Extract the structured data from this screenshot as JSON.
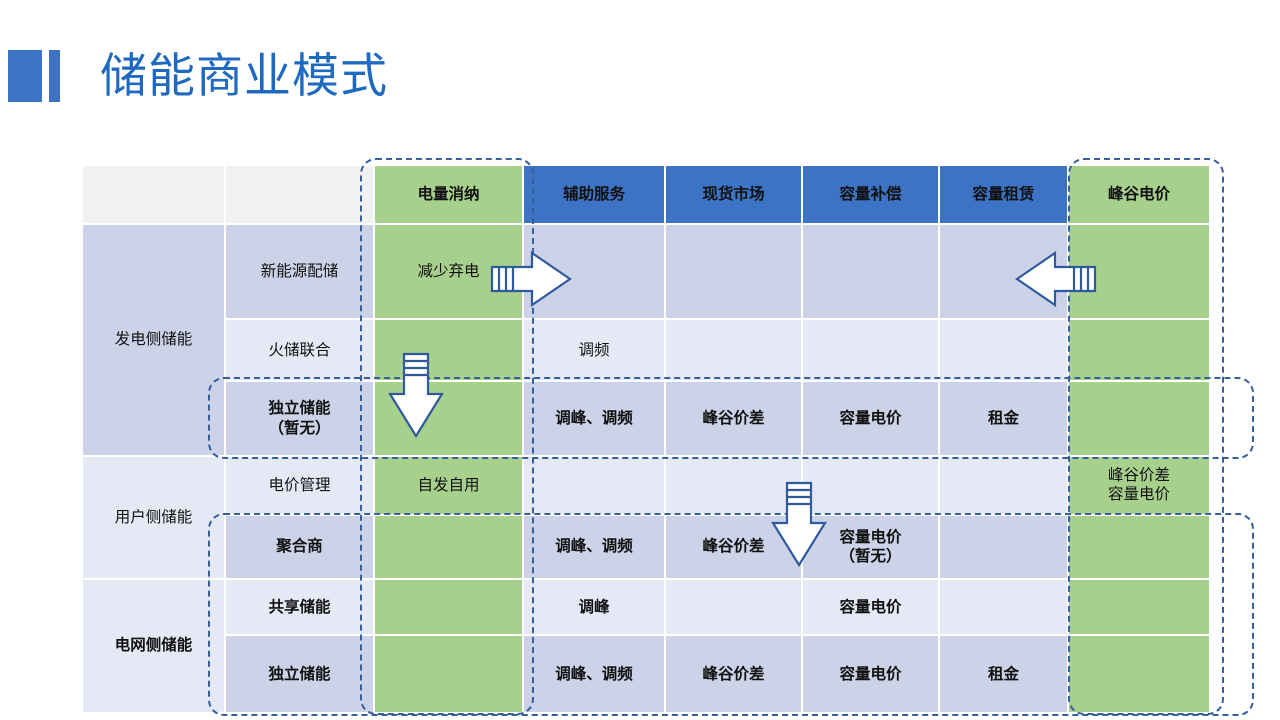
{
  "slide": {
    "title": "储能商业模式",
    "accent_color": "#3d73c4",
    "title_color": "#1f6ac0"
  },
  "table": {
    "corner_label": "",
    "corner_sub_label": "",
    "columns": [
      {
        "key": "dlxn",
        "label": "电量消纳",
        "style": "green"
      },
      {
        "key": "fzfw",
        "label": "辅助服务",
        "style": "blue"
      },
      {
        "key": "xhsc",
        "label": "现货市场",
        "style": "blue"
      },
      {
        "key": "rlbc",
        "label": "容量补偿",
        "style": "blue"
      },
      {
        "key": "rlzl",
        "label": "容量租赁",
        "style": "blue"
      },
      {
        "key": "fgdj",
        "label": "峰谷电价",
        "style": "green"
      }
    ],
    "groups": [
      {
        "name": "发电侧储能",
        "bold": false,
        "rows": [
          {
            "label": "新能源配储",
            "bold": false,
            "shade": "dark",
            "cells": [
              "减少弃电",
              "",
              "",
              "",
              "",
              ""
            ]
          },
          {
            "label": "火储联合",
            "bold": false,
            "shade": "light",
            "cells": [
              "",
              "调频",
              "",
              "",
              "",
              ""
            ]
          },
          {
            "label": "独立储能\n（暂无）",
            "bold": true,
            "shade": "dark",
            "cells": [
              "",
              "调峰、调频",
              "峰谷价差",
              "容量电价",
              "租金",
              ""
            ]
          }
        ]
      },
      {
        "name": "用户侧储能",
        "bold": false,
        "rows": [
          {
            "label": "电价管理",
            "bold": false,
            "shade": "light",
            "cells": [
              "自发自用",
              "",
              "",
              "",
              "",
              "峰谷价差\n容量电价"
            ]
          },
          {
            "label": "聚合商",
            "bold": true,
            "shade": "dark",
            "cells": [
              "",
              "调峰、调频",
              "峰谷价差",
              "容量电价\n（暂无）",
              "",
              ""
            ]
          }
        ]
      },
      {
        "name": "电网侧储能",
        "bold": true,
        "rows": [
          {
            "label": "共享储能",
            "bold": true,
            "shade": "light",
            "cells": [
              "",
              "调峰",
              "",
              "容量电价",
              "",
              ""
            ]
          },
          {
            "label": "独立储能",
            "bold": true,
            "shade": "dark",
            "cells": [
              "",
              "调峰、调频",
              "峰谷价差",
              "容量电价",
              "租金",
              ""
            ]
          }
        ]
      }
    ]
  },
  "annotations": {
    "arrows": [
      {
        "name": "arrow-right-dlxn-to-fzfw",
        "direction": "right"
      },
      {
        "name": "arrow-down-dlxn-column",
        "direction": "down"
      },
      {
        "name": "arrow-left-fgdj-to-rlzl",
        "direction": "left"
      },
      {
        "name": "arrow-down-rlbc-column",
        "direction": "down"
      }
    ],
    "dashed_boxes": [
      {
        "name": "highlight-column-dlxn"
      },
      {
        "name": "highlight-column-fgdj"
      },
      {
        "name": "highlight-row-independent-storage"
      },
      {
        "name": "highlight-block-grid-side"
      }
    ]
  },
  "colors": {
    "green": "#a8d08d",
    "blue": "#3d73c4",
    "row_dark": "#ccd3e8",
    "row_light": "#e5e9f5",
    "header_blank": "#f1f1f1",
    "dash": "#365f9c"
  }
}
